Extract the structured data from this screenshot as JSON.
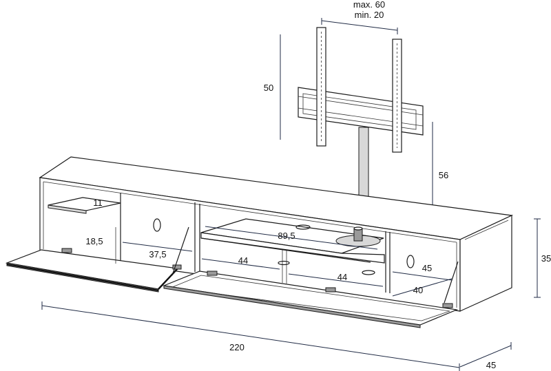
{
  "dimensions": {
    "bracket_max": "max. 60",
    "bracket_min": "min. 20",
    "bracket_height": "50",
    "pole_height": "56",
    "cabinet_height": "35",
    "cabinet_width": "220",
    "cabinet_depth": "45",
    "left_shelf_upper": "11",
    "left_shelf_lower": "18,5",
    "left_inner_width": "37,5",
    "center_shelf_width": "89,5",
    "center_left_width": "44",
    "center_right_width": "44",
    "right_compartment_width": "45",
    "right_compartment_depth": "40"
  }
}
